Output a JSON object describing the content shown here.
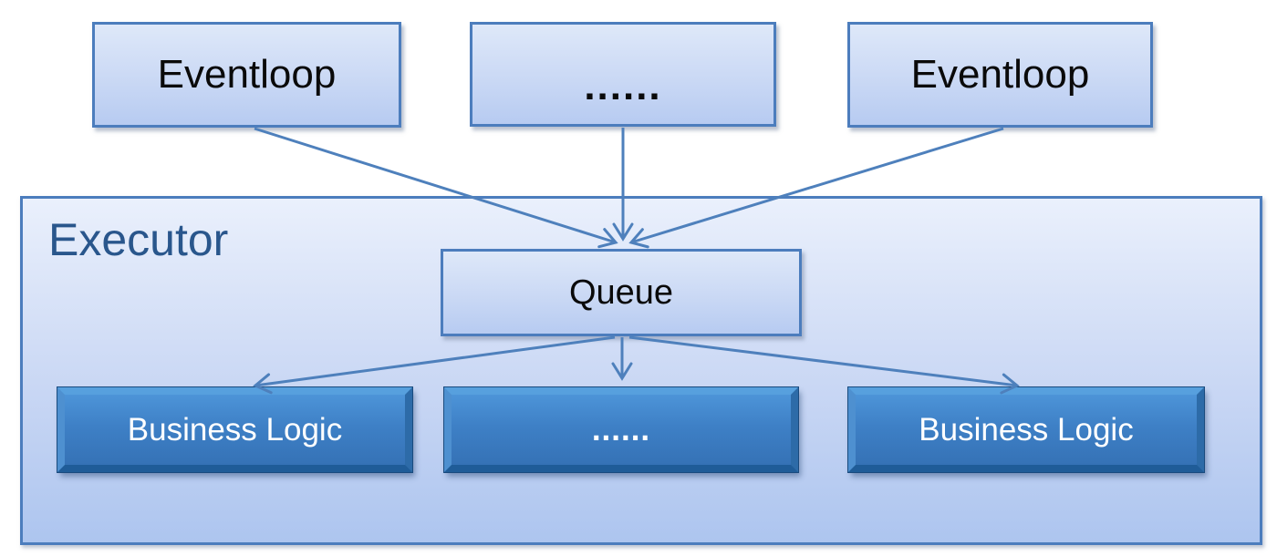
{
  "diagram": {
    "nodes": {
      "eventloop_left": {
        "label": "Eventloop"
      },
      "eventloop_more": {
        "label": "......"
      },
      "eventloop_right": {
        "label": "Eventloop"
      },
      "executor": {
        "label": "Executor"
      },
      "queue": {
        "label": "Queue"
      },
      "business_logic_left": {
        "label": "Business Logic"
      },
      "business_logic_more": {
        "label": "......"
      },
      "business_logic_right": {
        "label": "Business Logic"
      }
    },
    "edges": [
      {
        "from": "eventloop_left",
        "to": "queue"
      },
      {
        "from": "eventloop_more",
        "to": "queue"
      },
      {
        "from": "eventloop_right",
        "to": "queue"
      },
      {
        "from": "queue",
        "to": "business_logic_left"
      },
      {
        "from": "queue",
        "to": "business_logic_more"
      },
      {
        "from": "queue",
        "to": "business_logic_right"
      }
    ],
    "colors": {
      "accent_border": "#4C7DBD",
      "arrow": "#4E80BC",
      "light_fill_top": "#DEE8F9",
      "light_fill_bottom": "#B7CBF1",
      "executor_fill_top": "#EAF0FC",
      "executor_fill_bottom": "#ADC5EF",
      "executor_label_text": "#29568C",
      "dark_fill": "#3E80C6",
      "dark_bevel_light": "#57A0DE",
      "dark_bevel_dark": "#1F5C98",
      "label_text_dark": "#000000",
      "label_text_light": "#FFFFFF"
    }
  }
}
